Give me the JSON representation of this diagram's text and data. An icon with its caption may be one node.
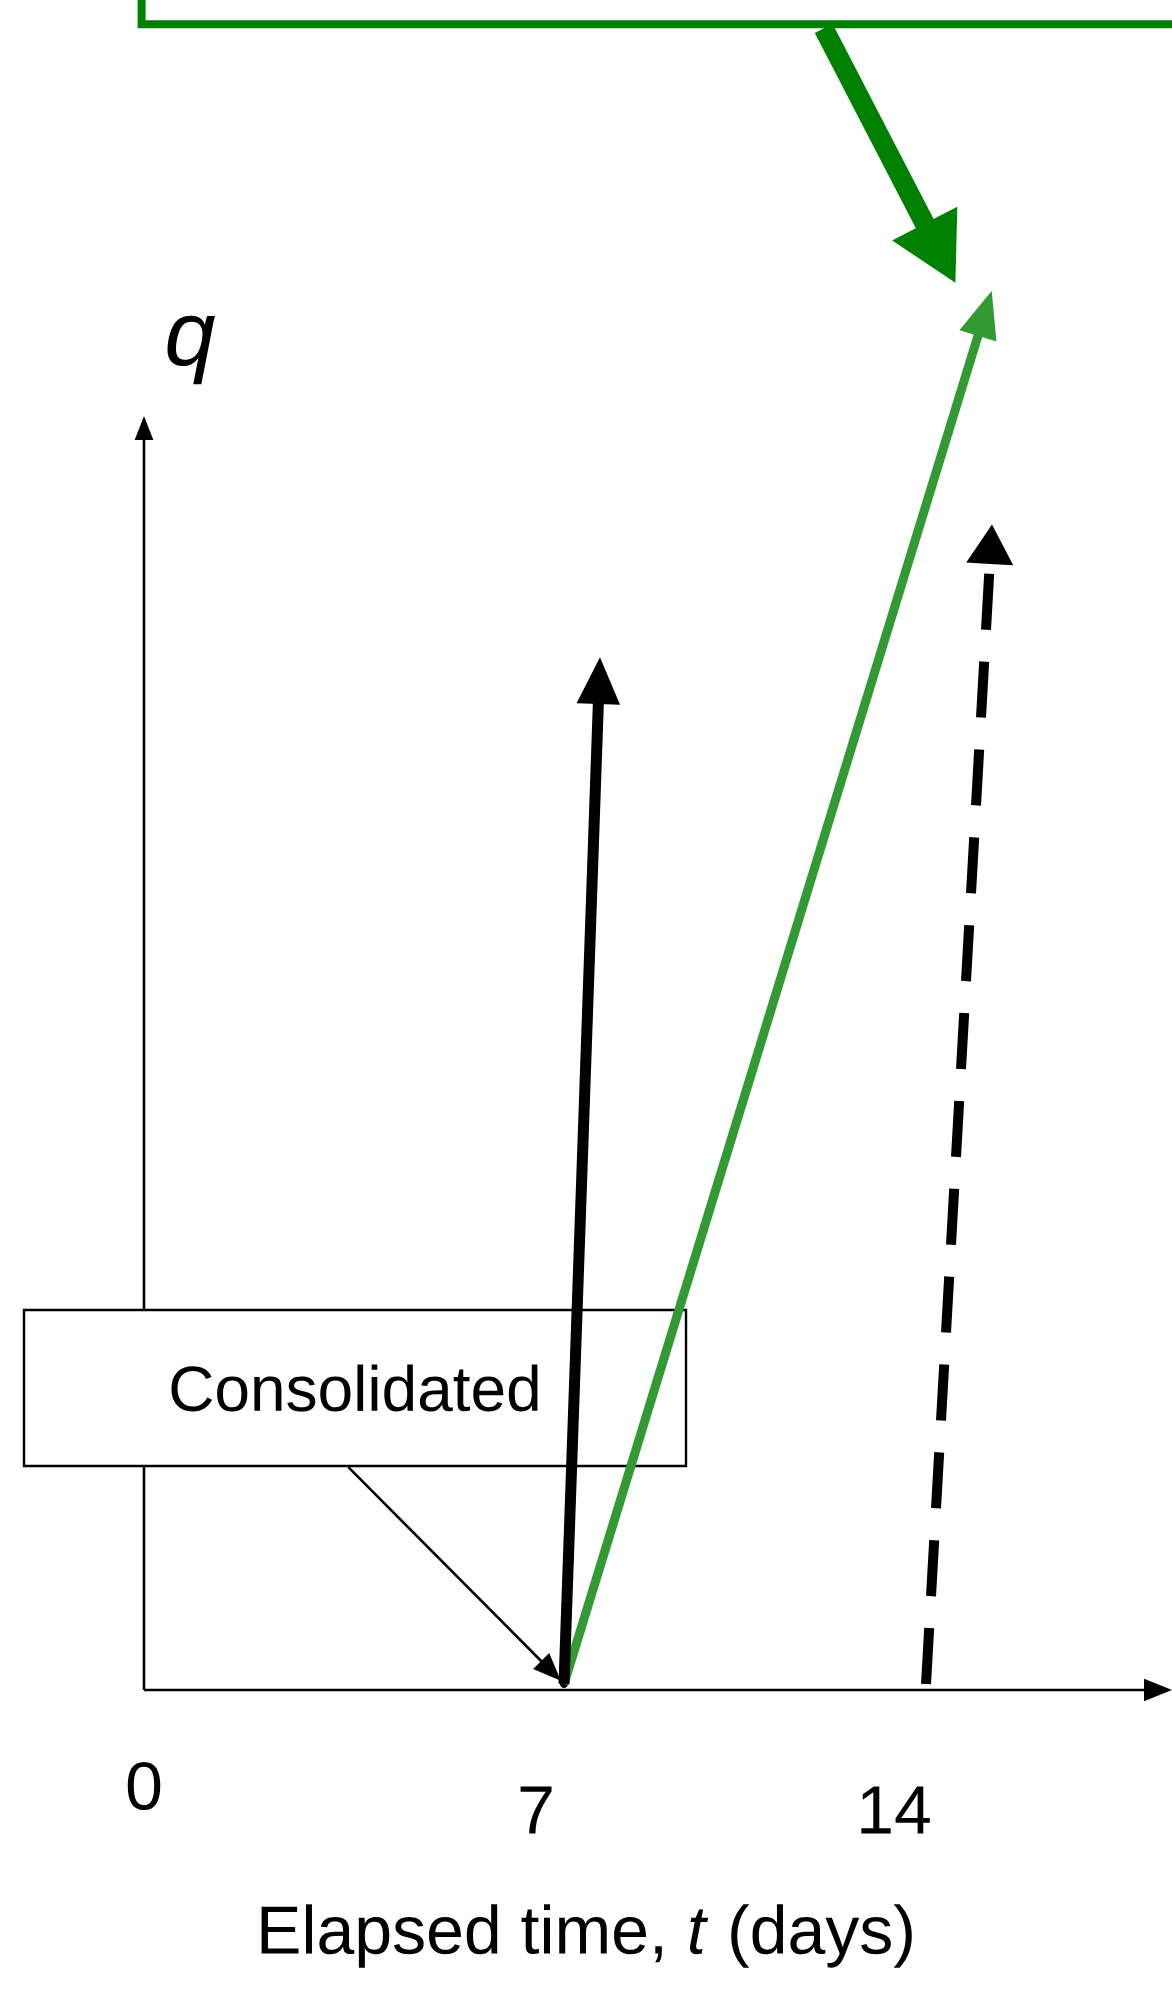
{
  "diagram": {
    "nodes": [
      {
        "text": [],
        "shape": "box"
      },
      {
        "text": [
          "Consolidated"
        ]
      },
      {
        "text": [],
        "shape": "circle"
      }
    ],
    "edges": [
      {
        "from": 0,
        "to": null,
        "arrow": "to",
        "style": "thick",
        "color": "#008000"
      },
      {
        "from": 1,
        "to": 2,
        "arrow": "to"
      },
      {
        "from": 2,
        "to": null,
        "arrow": "to",
        "color": "#339933"
      },
      {
        "from": 2,
        "to": null,
        "arrow": "to"
      }
    ],
    "labels": [
      "q",
      "0",
      "7",
      "14",
      "Elapsed time, *t* (days)"
    ]
  }
}
